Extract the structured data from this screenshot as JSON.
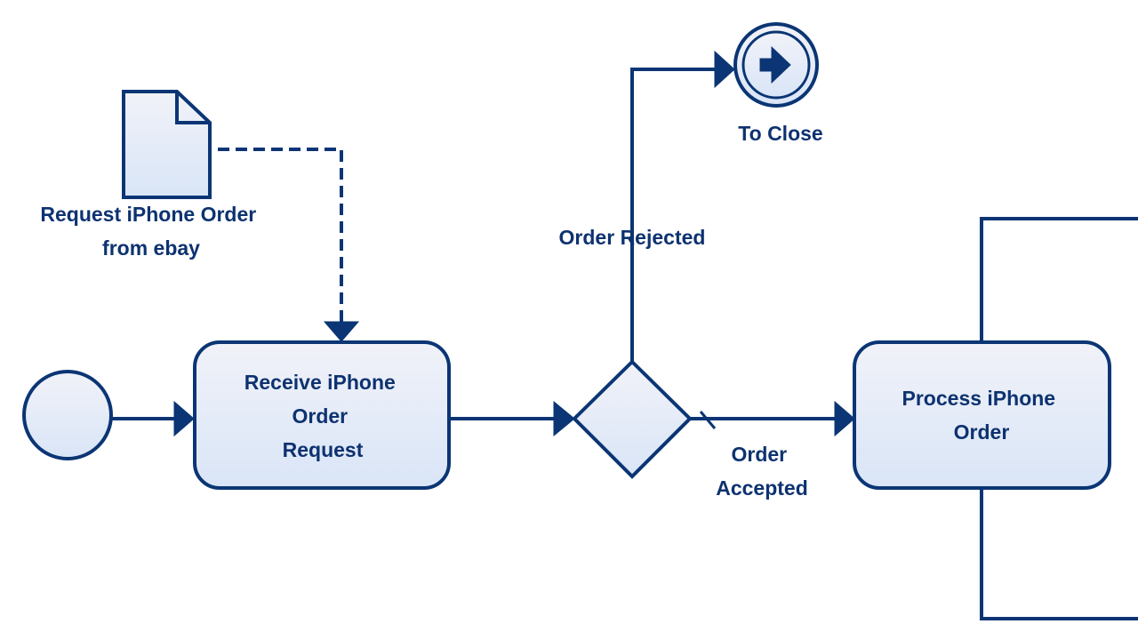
{
  "diagram": {
    "type": "BPMN process flow",
    "colors": {
      "stroke": "#0b3574",
      "fill_top": "#f1f2f8",
      "fill_bottom": "#d9e5f7",
      "text": "#0d3270",
      "background": "#ffffff"
    },
    "nodes": {
      "start_event": {
        "kind": "start-event",
        "label": ""
      },
      "data_object": {
        "kind": "data-object",
        "label_lines": [
          "Request iPhone Order",
          "from ebay"
        ]
      },
      "task_receive": {
        "kind": "task",
        "label_lines": [
          "Receive iPhone",
          "Order",
          "Request"
        ]
      },
      "gateway": {
        "kind": "exclusive-gateway",
        "label": ""
      },
      "end_event": {
        "kind": "link-event",
        "icon": "arrow-right-icon",
        "label": "To Close"
      },
      "task_process": {
        "kind": "task",
        "label_lines": [
          "Process iPhone",
          "Order"
        ]
      }
    },
    "edges": {
      "start_to_receive": {
        "from": "start_event",
        "to": "task_receive",
        "style": "solid",
        "label": ""
      },
      "data_to_receive": {
        "from": "data_object",
        "to": "task_receive",
        "style": "dashed",
        "label": ""
      },
      "receive_to_gateway": {
        "from": "task_receive",
        "to": "gateway",
        "style": "solid",
        "label": ""
      },
      "gateway_rejected": {
        "from": "gateway",
        "to": "end_event",
        "style": "solid",
        "label": "Order Rejected"
      },
      "gateway_accepted": {
        "from": "gateway",
        "to": "task_process",
        "style": "solid",
        "default": true,
        "label_lines": [
          "Order",
          "Accepted"
        ]
      },
      "process_up": {
        "from": "task_process",
        "to": "offscreen-right-top",
        "style": "solid",
        "label": ""
      },
      "process_down": {
        "from": "task_process",
        "to": "offscreen-right-bottom",
        "style": "solid",
        "label": ""
      }
    }
  }
}
